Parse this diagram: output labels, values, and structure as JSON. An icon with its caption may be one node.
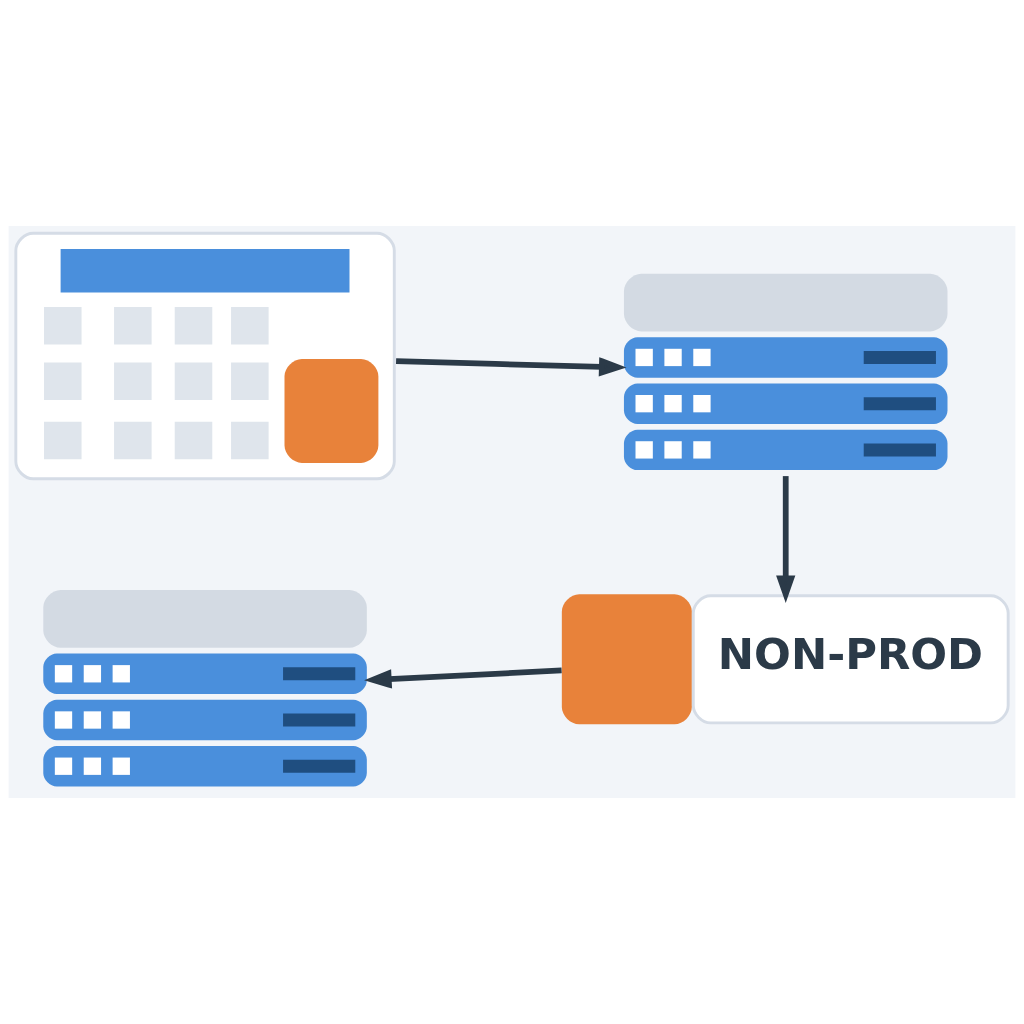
{
  "diagram": {
    "nodes": [
      {
        "text": [],
        "shape": "picture"
      },
      {
        "text": [],
        "shape": "picture"
      },
      {
        "text": [
          "NON-PROD"
        ]
      },
      {
        "text": [],
        "shape": "picture"
      }
    ],
    "edges": [
      {
        "from": 0,
        "to": 1,
        "arrow": "to"
      },
      {
        "from": 1,
        "to": 2,
        "arrow": "to"
      },
      {
        "from": 2,
        "to": 3,
        "arrow": "to"
      }
    ]
  }
}
